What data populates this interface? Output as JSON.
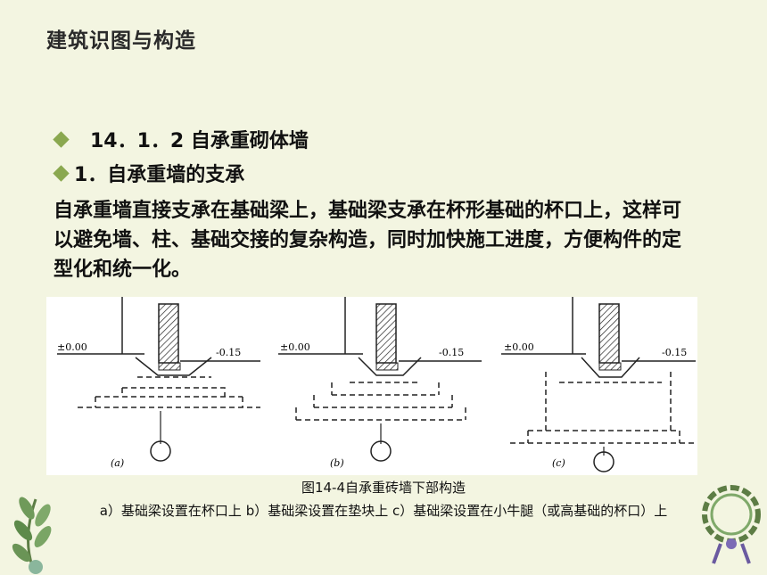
{
  "header": {
    "title": "建筑识图与构造"
  },
  "bullets": [
    {
      "text": "14．1．2 自承重砌体墙"
    },
    {
      "text": "1．自承重墙的支承"
    }
  ],
  "paragraph": "自承重墙直接支承在基础梁上，基础梁支承在杯形基础的杯口上，这样可以避免墙、柱、基础交接的复杂构造，同时加快施工进度，方便构件的定型化和统一化。",
  "figure": {
    "panels": [
      {
        "label": "(a)",
        "left_level": "±0.00",
        "right_level": "-0.15"
      },
      {
        "label": "(b)",
        "left_level": "±0.00",
        "right_level": "-0.15"
      },
      {
        "label": "(c)",
        "left_level": "±0.00",
        "right_level": "-0.15"
      }
    ],
    "caption": "图14-4自承重砖墙下部构造",
    "sub_caption": "a）基础梁设置在杯口上 b）基础梁设置在垫块上 c）基础梁设置在小牛腿（或高基础的杯口）上"
  },
  "colors": {
    "background": "#f3f5e1",
    "bullet": "#8aa84f"
  },
  "decorations": [
    "laurel-left-icon",
    "wreath-right-icon"
  ]
}
